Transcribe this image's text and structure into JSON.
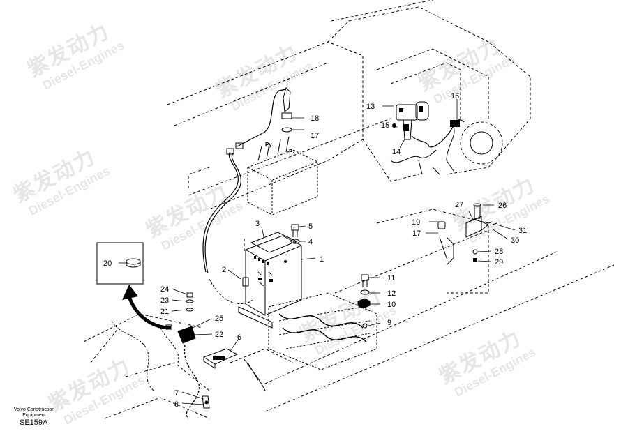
{
  "watermark": {
    "cn": "紫发动力",
    "en": "Diesel-Engines"
  },
  "footer": {
    "company": "Volvo Construction Equipment",
    "code": "SE159A"
  },
  "valve_labels": {
    "py": "Py",
    "pz": "Pz"
  },
  "callouts": [
    {
      "n": "1"
    },
    {
      "n": "2"
    },
    {
      "n": "3"
    },
    {
      "n": "4"
    },
    {
      "n": "5"
    },
    {
      "n": "6"
    },
    {
      "n": "7"
    },
    {
      "n": "8"
    },
    {
      "n": "9"
    },
    {
      "n": "10"
    },
    {
      "n": "11"
    },
    {
      "n": "12"
    },
    {
      "n": "13"
    },
    {
      "n": "14"
    },
    {
      "n": "15"
    },
    {
      "n": "16"
    },
    {
      "n": "17"
    },
    {
      "n": "17"
    },
    {
      "n": "18"
    },
    {
      "n": "19"
    },
    {
      "n": "20"
    },
    {
      "n": "21"
    },
    {
      "n": "22"
    },
    {
      "n": "23"
    },
    {
      "n": "24"
    },
    {
      "n": "25"
    },
    {
      "n": "26"
    },
    {
      "n": "27"
    },
    {
      "n": "28"
    },
    {
      "n": "29"
    },
    {
      "n": "30"
    },
    {
      "n": "31"
    }
  ]
}
